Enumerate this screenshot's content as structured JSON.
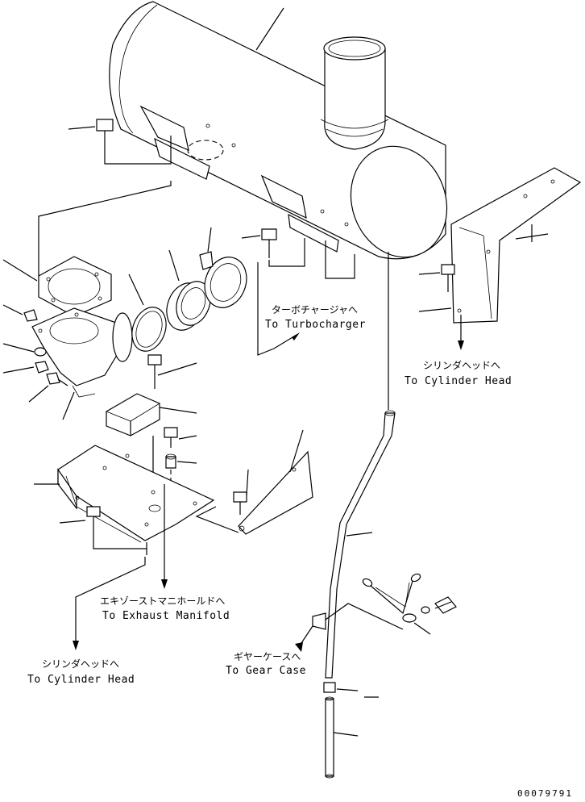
{
  "drawing_number": "00079791",
  "labels": {
    "turbo_jp": "ターボチャージャへ",
    "turbo_en": "To Turbocharger",
    "cyl_head_right_jp": "シリンダヘッドへ",
    "cyl_head_right_en": "To Cylinder Head",
    "exhaust_jp": "エキゾーストマニホールドへ",
    "exhaust_en": "To Exhaust Manifold",
    "cyl_head_left_jp": "シリンダヘッドへ",
    "cyl_head_left_en": "To Cylinder Head",
    "gear_jp": "ギヤーケースへ",
    "gear_en": "To Gear Case"
  }
}
